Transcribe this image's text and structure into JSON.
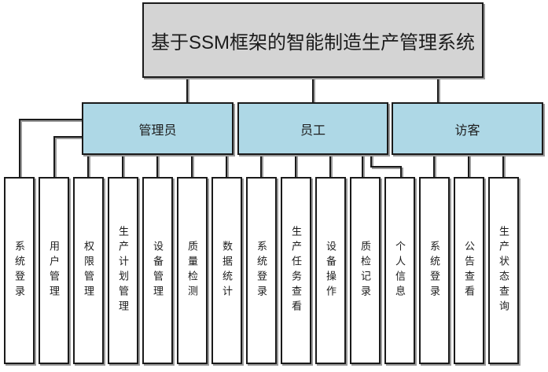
{
  "title": "基于SSM框架的智能制造生产管理系统",
  "roles": [
    {
      "label": "管理员",
      "children": [
        "系统登录",
        "用户管理",
        "权限管理",
        "生产计划管理",
        "设备管理",
        "质量检测",
        "数据统计"
      ]
    },
    {
      "label": "员工",
      "children": [
        "系统登录",
        "生产任务查看",
        "设备操作",
        "质检记录",
        "个人信息"
      ]
    },
    {
      "label": "访客",
      "children": [
        "系统登录",
        "公告查看",
        "生产状态查询"
      ]
    }
  ],
  "colors": {
    "title_bg": "#d4d4d4",
    "role_bg": "#aed8e6",
    "leaf_bg": "#ffffff",
    "border": "#1a1a1a",
    "shadow": "#9a9a9a"
  }
}
